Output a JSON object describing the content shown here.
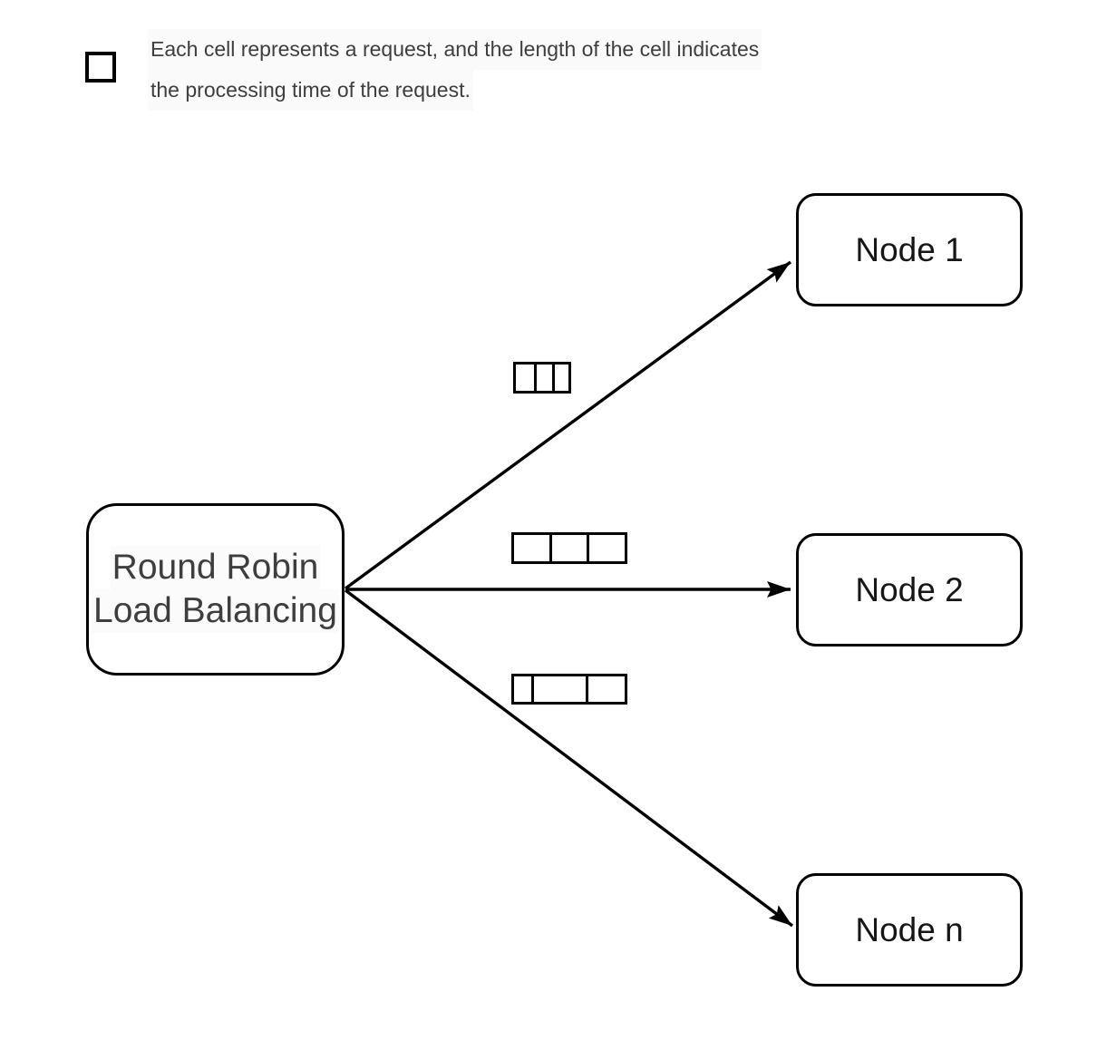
{
  "legend": {
    "icon": "cell-square-icon",
    "lines": [
      "Each cell represents a request, and the length of the cell indicates",
      "the processing time of the request."
    ]
  },
  "balancer": {
    "label_lines": [
      "Round Robin",
      "Load Balancing"
    ]
  },
  "nodes": [
    {
      "label": "Node 1"
    },
    {
      "label": "Node 2"
    },
    {
      "label": "Node n"
    }
  ],
  "request_strips": [
    {
      "target": "Node 1",
      "cells": [
        1.2,
        1.05,
        0.95
      ]
    },
    {
      "target": "Node 2",
      "cells": [
        1,
        1,
        1
      ]
    },
    {
      "target": "Node n",
      "cells": [
        1,
        3,
        2.1
      ]
    }
  ],
  "colors": {
    "background": "#ffffff",
    "edge": "#000000",
    "node_text": "#161616",
    "balancer_text": "#3e3e3e",
    "legend_text": "#3e3e3e"
  }
}
